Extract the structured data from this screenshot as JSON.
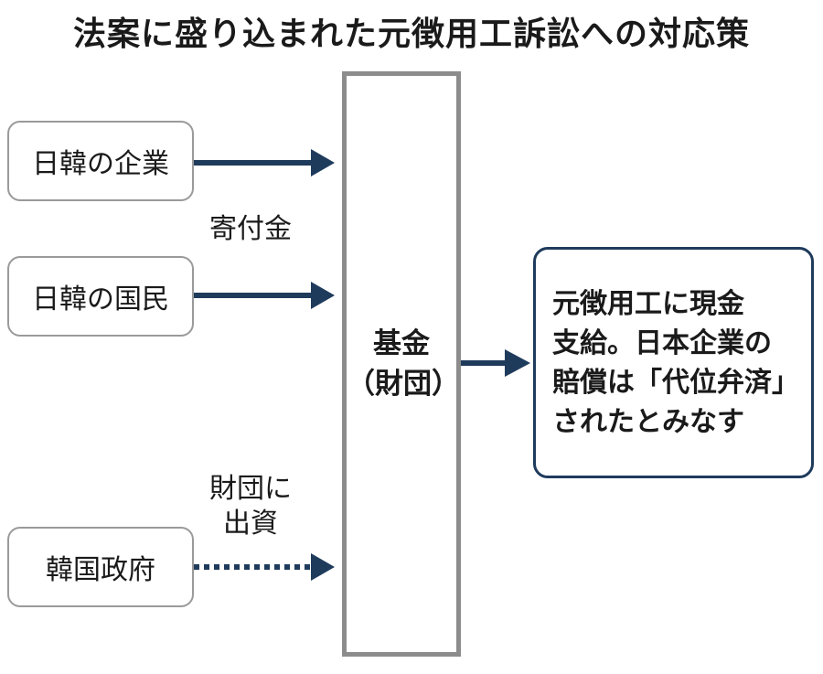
{
  "title": "法案に盛り込まれた元徴用工訴訟への対応策",
  "sources": [
    {
      "label": "日韓の企業"
    },
    {
      "label": "日韓の国民"
    },
    {
      "label": "韓国政府"
    }
  ],
  "labels": {
    "donation": "寄付金",
    "investment_line1": "財団に",
    "investment_line2": "出資"
  },
  "fund": {
    "line1": "基金",
    "line2": "（財団）"
  },
  "result": {
    "line1": "元徴用工に現金",
    "line2": "支給。日本企業の",
    "line3": "賠償は「代位弁済」",
    "line4": "されたとみなす"
  },
  "colors": {
    "arrow": "#1f3b5c",
    "box_border": "#9a9a9a",
    "fund_border": "#8c8c8c",
    "result_border": "#1f3b5c"
  }
}
